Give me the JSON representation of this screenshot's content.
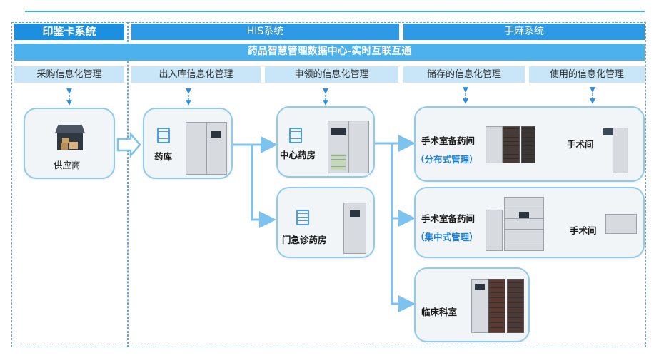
{
  "headers": {
    "yinjianka": "印鉴卡系统",
    "his": "HIS系统",
    "shouma": "手麻系统"
  },
  "band": "药品智慧管理数据中心-实时互联互通",
  "subheaders": {
    "purchase": "采购信息化管理",
    "inout": "出入库信息化管理",
    "apply": "申领的信息化管理",
    "storage": "储存的信息化管理",
    "use": "使用的信息化管理"
  },
  "nodes": {
    "supplier": "供应商",
    "warehouse": "药库",
    "central_pharmacy": "中心药房",
    "outpatient_pharmacy": "门急诊药房",
    "or_pharmacy_1": "手术室备药间",
    "distributed_mgmt": "（分布式管理）",
    "or_room_1": "手术间",
    "or_pharmacy_2": "手术室备药间",
    "centralized_mgmt": "（集中式管理）",
    "or_room_2": "手术间",
    "clinical_dept": "临床科室"
  },
  "colors": {
    "header": "#1d8fe1",
    "band": "#4cb1ec",
    "subheader": "#c9e6f8",
    "arrow": "#7cc3f0",
    "accent_text": "#1d7fd0"
  }
}
